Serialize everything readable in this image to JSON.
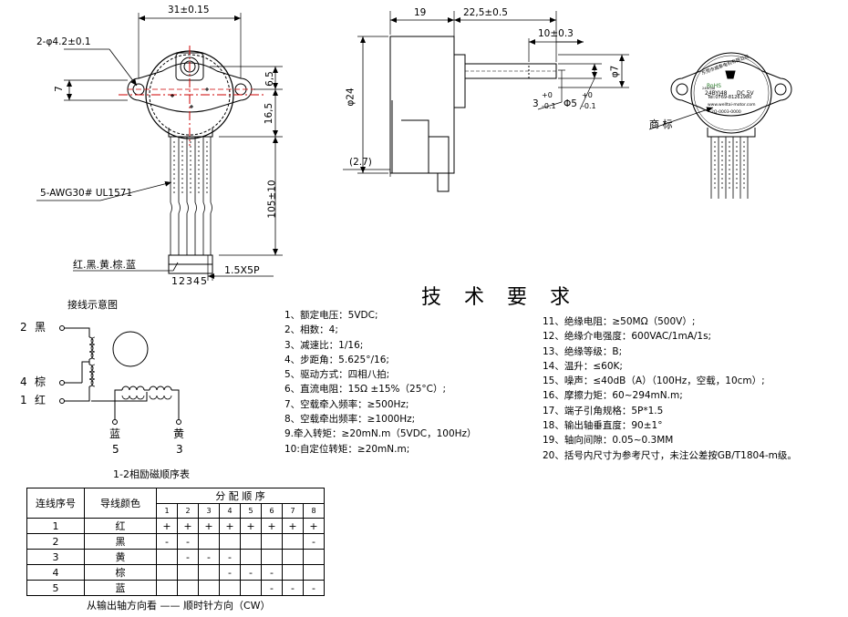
{
  "drawing": {
    "front_view": {
      "dim_width": "31±0.15",
      "dim_holes": "2-φ4.2±0.1",
      "dim_7": "7",
      "dim_6_5": "6,5",
      "dim_16_5": "16,5",
      "dim_105": "105±10",
      "wire_spec": "5-AWG30# UL1571",
      "wire_colors": "红.黑.黄.棕.蓝",
      "pin_numbers": "12345",
      "connector": "1.5X5P"
    },
    "side_view": {
      "dim_19": "19",
      "dim_22_5": "22,5±0.5",
      "dim_10": "10±0.3",
      "dim_24": "φ24",
      "dim_7_shaft": "φ7",
      "dim_3": "3",
      "dim_3_tol_upper": "+0",
      "dim_3_tol_lower": "-0.1",
      "dim_5": "Φ5",
      "dim_5_tol_upper": "+0",
      "dim_5_tol_lower": "-0.1",
      "dim_2_7": "(2.7)"
    },
    "label_view": {
      "trademark_label": "商  标",
      "rohs": "RoHS",
      "model": "24BYJ48",
      "voltage": "DC 5V"
    },
    "wiring": {
      "title": "接线示意图",
      "terminals": [
        {
          "num": "2",
          "color": "黑"
        },
        {
          "num": "4",
          "color": "棕"
        },
        {
          "num": "1",
          "color": "红"
        }
      ],
      "bottom_terminals": [
        {
          "color": "蓝",
          "num": "5"
        },
        {
          "color": "黄",
          "num": "3"
        }
      ],
      "caption": "1-2相励磁顺序表"
    }
  },
  "requirements": {
    "title": "技 术 要 求",
    "left": [
      "1、额定电压：5VDC;",
      "2、相数：4;",
      "3、减速比：1/16;",
      "4、步距角：5.625°/16;",
      "5、驱动方式：四相八拍;",
      "6、直流电阻：15Ω ±15%（25°C）;",
      "7、空载牵入频率：≥500Hz;",
      "8、空载牵出频率：≥1000Hz;",
      "9.牵入转矩：≥20mN.m（5VDC，100Hz）",
      "10:自定位转矩：≥20mN.m;"
    ],
    "right": [
      "11、绝缘电阻：≥50MΩ（500V）;",
      "12、绝缘介电强度：600VAC/1mA/1s;",
      "13、绝缘等级：B;",
      "14、温升：≤60K;",
      "15、噪声：≤40dB（A）（100Hz，空载，10cm）;",
      "16、摩擦力矩：60~294mN.m;",
      "17、端子引角规格：5P*1.5",
      "18、输出轴垂直度：90±1°",
      "19、轴向间隙：0.05~0.3MM",
      "20、括号内尺寸为参考尺寸，未注公差按GB/T1804-m级。"
    ]
  },
  "sequence_table": {
    "header_col1": "连线序号",
    "header_col2": "导线颜色",
    "header_group": "分 配 顺 序",
    "steps": [
      "1",
      "2",
      "3",
      "4",
      "5",
      "6",
      "7",
      "8"
    ],
    "rows": [
      {
        "num": "1",
        "color": "红",
        "cells": [
          "+",
          "+",
          "+",
          "+",
          "+",
          "+",
          "+",
          "+"
        ]
      },
      {
        "num": "2",
        "color": "黑",
        "cells": [
          "-",
          "-",
          "",
          "",
          "",
          "",
          "",
          "-"
        ]
      },
      {
        "num": "3",
        "color": "黄",
        "cells": [
          "",
          "-",
          "-",
          "-",
          "",
          "",
          "",
          ""
        ]
      },
      {
        "num": "4",
        "color": "棕",
        "cells": [
          "",
          "",
          "",
          "-",
          "-",
          "-",
          "",
          ""
        ]
      },
      {
        "num": "5",
        "color": "蓝",
        "cells": [
          "",
          "",
          "",
          "",
          "",
          "-",
          "-",
          "-"
        ]
      }
    ],
    "footer": "从输出轴方向看 —— 顺时针方向（CW）"
  }
}
